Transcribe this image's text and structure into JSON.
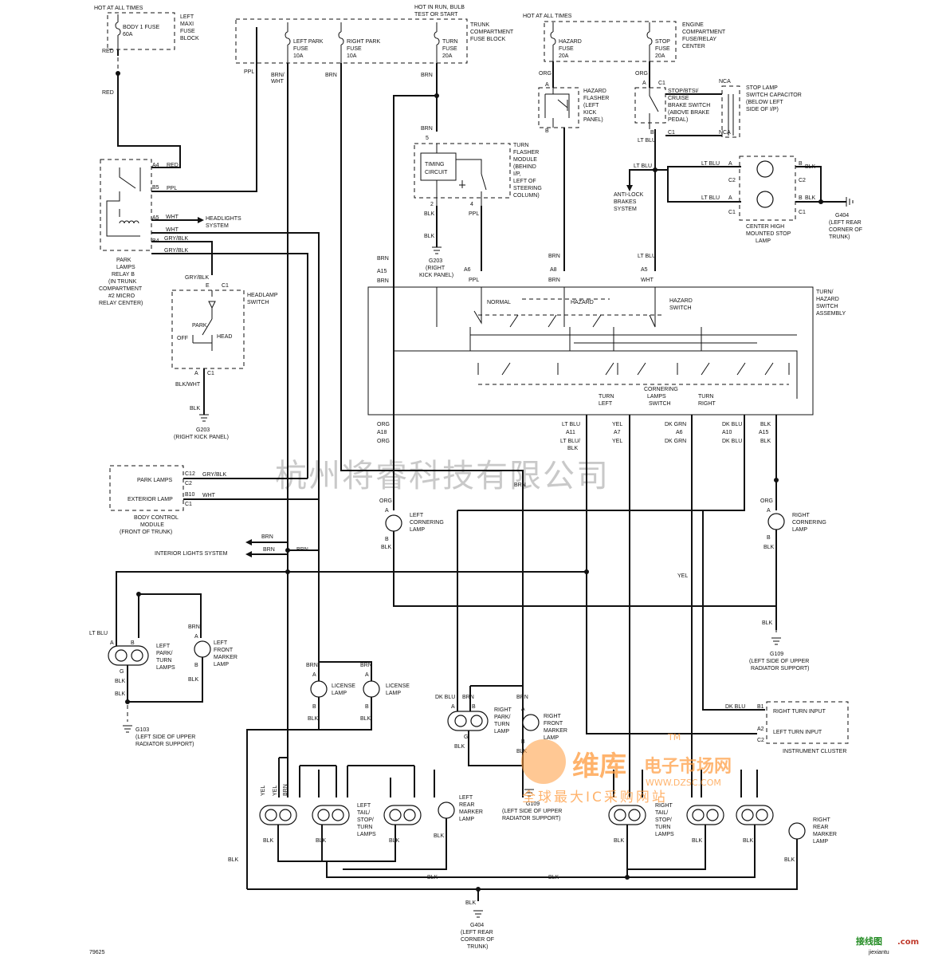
{
  "hot": {
    "all_times_1": "HOT AT ALL TIMES",
    "run_bulb": [
      "HOT IN RUN, BULB",
      "TEST OR START"
    ],
    "all_times_2": "HOT AT ALL TIMES"
  },
  "fuses": {
    "body1": [
      "BODY 1 FUSE",
      "60A"
    ],
    "left_maxi": [
      "LEFT",
      "MAXI",
      "FUSE",
      "BLOCK"
    ],
    "left_park": [
      "LEFT PARK",
      "FUSE",
      "10A"
    ],
    "right_park": [
      "RIGHT PARK",
      "FUSE",
      "10A"
    ],
    "turn": [
      "TURN",
      "FUSE",
      "20A"
    ],
    "trunk_block": [
      "TRUNK",
      "COMPARTMENT",
      "FUSE BLOCK"
    ],
    "hazard": [
      "HAZARD",
      "FUSE",
      "20A"
    ],
    "stop": [
      "STOP",
      "FUSE",
      "20A"
    ],
    "engine_block": [
      "ENGINE",
      "COMPARTMENT",
      "FUSE/RELAY",
      "CENTER"
    ]
  },
  "components": {
    "hazard_flasher": [
      "HAZARD",
      "FLASHER",
      "(LEFT",
      "KICK",
      "PANEL)"
    ],
    "stop_switch": [
      "STOP/BTSI/",
      "CRUISE",
      "BRAKE SWITCH",
      "(ABOVE BRAKE",
      "PEDAL)"
    ],
    "capacitor": [
      "STOP LAMP",
      "SWITCH CAPACITOR",
      "(BELOW LEFT",
      "SIDE OF I/P)"
    ],
    "turn_flasher": [
      "TURN",
      "FLASHER",
      "MODULE",
      "(BEHIND",
      "I/P,",
      "LEFT OF",
      "STEERING",
      "COLUMN)"
    ],
    "timing": [
      "TIMING",
      "CIRCUIT"
    ],
    "anti_lock": [
      "ANTI-LOCK",
      "BRAKES",
      "SYSTEM"
    ],
    "chmsl": [
      "CENTER HIGH",
      "MOUNTED STOP",
      "LAMP"
    ],
    "park_relay": [
      "PARK",
      "LAMPS",
      "RELAY B",
      "(IN TRUNK",
      "COMPARTMENT",
      "#2 MICRO",
      "RELAY CENTER)"
    ],
    "headlights_system": [
      "HEADLIGHTS",
      "SYSTEM"
    ],
    "headlamp_switch": [
      "HEADLAMP",
      "SWITCH"
    ],
    "headlamp_positions": {
      "off": "OFF",
      "park": "PARK",
      "head": "HEAD"
    },
    "turn_hazard": [
      "TURN/",
      "HAZARD",
      "SWITCH",
      "ASSEMBLY"
    ],
    "normal": "NORMAL",
    "hazard": "HAZARD",
    "hazard_switch": [
      "HAZARD",
      "SWITCH"
    ],
    "turn_left": [
      "TURN",
      "LEFT"
    ],
    "cornering_sw": [
      "CORNERING",
      "LAMPS",
      "SWITCH"
    ],
    "turn_right": [
      "TURN",
      "RIGHT"
    ],
    "bcm": [
      "BODY CONTROL",
      "MODULE",
      "(FRONT OF TRUNK)"
    ],
    "bcm_park": "PARK LAMPS",
    "bcm_ext": "EXTERIOR LAMP",
    "interior": "INTERIOR LIGHTS SYSTEM",
    "cluster_right": "RIGHT TURN INPUT",
    "cluster_left": "LEFT TURN INPUT",
    "cluster": "INSTRUMENT CLUSTER"
  },
  "lamps": {
    "left_cornering": [
      "LEFT",
      "CORNERING",
      "LAMP"
    ],
    "right_cornering": [
      "RIGHT",
      "CORNERING",
      "LAMP"
    ],
    "left_park_turn": [
      "LEFT",
      "PARK/",
      "TURN",
      "LAMPS"
    ],
    "left_front_marker": [
      "LEFT",
      "FRONT",
      "MARKER",
      "LAMP"
    ],
    "license": [
      "LICENSE",
      "LAMP"
    ],
    "right_park_turn": [
      "RIGHT",
      "PARK/",
      "TURN",
      "LAMP"
    ],
    "right_front_marker": [
      "RIGHT",
      "FRONT",
      "MARKER",
      "LAMP"
    ],
    "left_tail": [
      "LEFT",
      "TAIL/",
      "STOP/",
      "TURN",
      "LAMPS"
    ],
    "left_rear_marker": [
      "LEFT",
      "REAR",
      "MARKER",
      "LAMP"
    ],
    "right_tail": [
      "RIGHT",
      "TAIL/",
      "STOP/",
      "TURN",
      "LAMPS"
    ],
    "right_rear_marker": [
      "RIGHT",
      "REAR",
      "MARKER",
      "LAMP"
    ]
  },
  "grounds": {
    "g203a": [
      "G203",
      "(RIGHT",
      "KICK PANEL)"
    ],
    "g203b": [
      "G203",
      "(RIGHT KICK PANEL)"
    ],
    "g404a": [
      "G404",
      "(LEFT REAR",
      "CORNER OF",
      "TRUNK)"
    ],
    "g109a": [
      "G109",
      "(LEFT SIDE OF UPPER",
      "RADIATOR SUPPORT)"
    ],
    "g103": [
      "G103",
      "(LEFT SIDE OF UPPER",
      "RADIATOR SUPPORT)"
    ],
    "g109b": [
      "G109",
      "(LEFT SIDE OF UPPER",
      "RADIATOR SUPPORT)"
    ],
    "g404b": [
      "G404",
      "(LEFT REAR",
      "CORNER OF",
      "TRUNK)"
    ]
  },
  "wires": {
    "red": "RED",
    "ppl": "PPL",
    "brn": "BRN",
    "brn_wht": [
      "BRN/",
      "WHT"
    ],
    "org": "ORG",
    "lt_blu": "LT BLU",
    "blk": "BLK",
    "wht": "WHT",
    "gry_blk": "GRY/BLK",
    "blk_wht": "BLK/WHT",
    "yel": "YEL",
    "dk_grn": "DK GRN",
    "dk_blu": "DK BLU",
    "lt_blu_blk": [
      "LT BLU/",
      "BLK"
    ]
  },
  "pins": {
    "a": "A",
    "b": "B",
    "c1": "C1",
    "c2": "C2",
    "e": "E",
    "g": "G",
    "nca": "NCA",
    "a4": "A4",
    "b5": "B5",
    "a5": "A5",
    "b4": "B4",
    "a6": "A6",
    "a7": "A7",
    "a8": "A8",
    "a10": "A10",
    "a11": "A11",
    "a15": "A15",
    "a18": "A18",
    "b1": "B1",
    "a2": "A2",
    "c12": "C12",
    "b10": "B10",
    "p2": "2",
    "p4": "4",
    "p5": "5"
  },
  "footer_code": "79625",
  "watermarks": {
    "company": "杭州将睿科技有限公司",
    "brand": "维库",
    "brand2": "电子市场网",
    "url": "WWW.DZSC.COM",
    "slogan": "全球最大IC采购网站",
    "tm": "TM",
    "corner": "接线图",
    "corner_dot": ".com",
    "corner_url": "jiexiantu"
  }
}
